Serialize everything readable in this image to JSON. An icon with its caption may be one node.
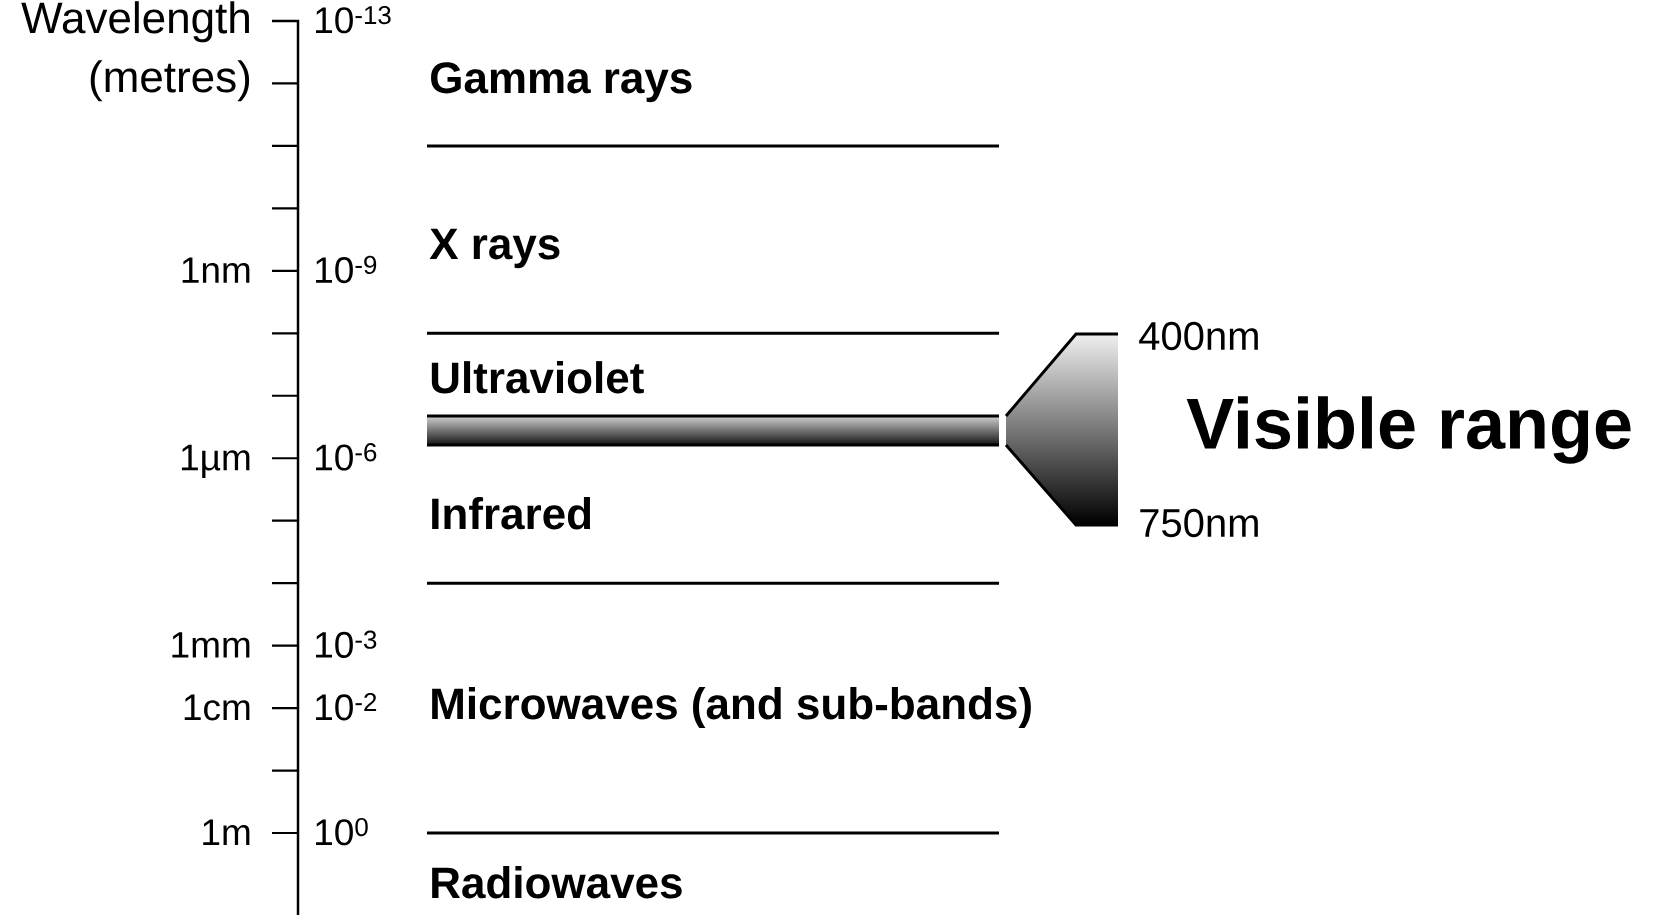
{
  "diagram": {
    "labels": [
      "Wavelength (metres)",
      "10$^{-13}$",
      "Gamma rays",
      "1nm",
      "10$^{-9}$",
      "X rays",
      "400nm",
      "Ultraviolet",
      "Visible range",
      "1µm",
      "10$^{-6}$",
      "Infrared",
      "750nm",
      "1mm",
      "10$^{-3}$",
      "1cm",
      "10$^{-2}$",
      "Microwaves (and sub-bands)",
      "1m",
      "10$^{0}$",
      "Radiowaves"
    ]
  }
}
